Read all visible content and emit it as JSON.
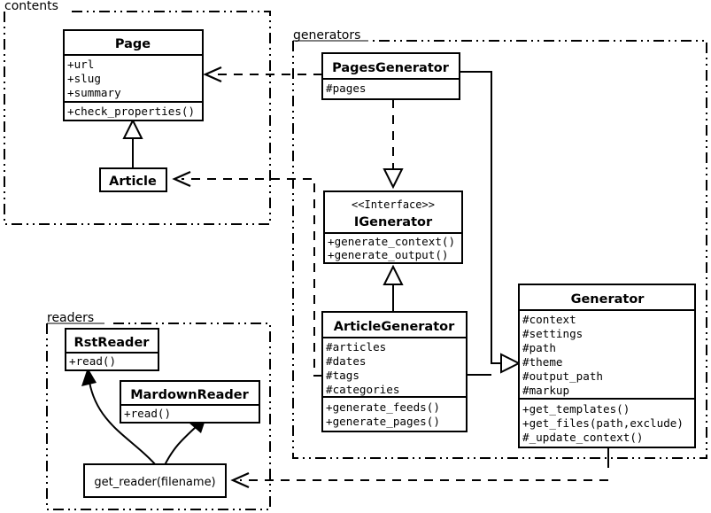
{
  "diagram": {
    "type": "uml-class-diagram",
    "background": "#ffffff",
    "line_color": "#000000",
    "packages": [
      {
        "id": "contents",
        "label": "contents"
      },
      {
        "id": "generators",
        "label": "generators"
      },
      {
        "id": "readers",
        "label": "readers"
      }
    ],
    "classes": [
      {
        "id": "page",
        "name": "Page",
        "stereotype": "",
        "attributes": [
          "+url",
          "+slug",
          "+summary"
        ],
        "methods": [
          "+check_properties()"
        ]
      },
      {
        "id": "article",
        "name": "Article",
        "stereotype": "",
        "attributes": [],
        "methods": []
      },
      {
        "id": "pages_generator",
        "name": "PagesGenerator",
        "stereotype": "",
        "attributes": [
          "#pages"
        ],
        "methods": []
      },
      {
        "id": "igenerator",
        "name": "IGenerator",
        "stereotype": "<<Interface>>",
        "attributes": [],
        "methods": [
          "+generate_context()",
          "+generate_output()"
        ]
      },
      {
        "id": "article_generator",
        "name": "ArticleGenerator",
        "stereotype": "",
        "attributes": [
          "#articles",
          "#dates",
          "#tags",
          "#categories"
        ],
        "methods": [
          "+generate_feeds()",
          "+generate_pages()"
        ]
      },
      {
        "id": "generator",
        "name": "Generator",
        "stereotype": "",
        "attributes": [
          "#context",
          "#settings",
          "#path",
          "#theme",
          "#output_path",
          "#markup"
        ],
        "methods": [
          "+get_templates()",
          "+get_files(path,exclude)",
          "#_update_context()"
        ]
      },
      {
        "id": "rst_reader",
        "name": "RstReader",
        "stereotype": "",
        "attributes": [],
        "methods": [
          "+read()"
        ]
      },
      {
        "id": "mardown_reader",
        "name": "MardownReader",
        "stereotype": "",
        "attributes": [],
        "methods": [
          "+read()"
        ]
      }
    ],
    "functions": [
      {
        "id": "get_reader",
        "label": "get_reader(filename)"
      }
    ],
    "relationships": [
      {
        "from": "article",
        "to": "page",
        "kind": "generalization",
        "style": "solid",
        "arrow": "hollow-triangle"
      },
      {
        "from": "pages_generator",
        "to": "igenerator",
        "kind": "realization",
        "style": "dashed",
        "arrow": "hollow-triangle"
      },
      {
        "from": "article_generator",
        "to": "igenerator",
        "kind": "realization",
        "style": "solid",
        "arrow": "hollow-triangle"
      },
      {
        "from": "pages_generator",
        "to": "generator",
        "kind": "generalization",
        "style": "solid",
        "arrow": "hollow-triangle"
      },
      {
        "from": "article_generator",
        "to": "generator",
        "kind": "generalization",
        "style": "solid",
        "arrow": "hollow-triangle"
      },
      {
        "from": "pages_generator",
        "to": "page",
        "kind": "dependency",
        "style": "dashed",
        "arrow": "open-v"
      },
      {
        "from": "article_generator",
        "to": "article",
        "kind": "dependency",
        "style": "dashed",
        "arrow": "open-v"
      },
      {
        "from": "generator",
        "to": "get_reader",
        "kind": "dependency",
        "style": "dashed",
        "arrow": "open-v"
      },
      {
        "from": "get_reader",
        "to": "rst_reader",
        "kind": "curved-call",
        "style": "solid",
        "arrow": "filled"
      },
      {
        "from": "get_reader",
        "to": "mardown_reader",
        "kind": "curved-call",
        "style": "solid",
        "arrow": "filled"
      }
    ]
  }
}
